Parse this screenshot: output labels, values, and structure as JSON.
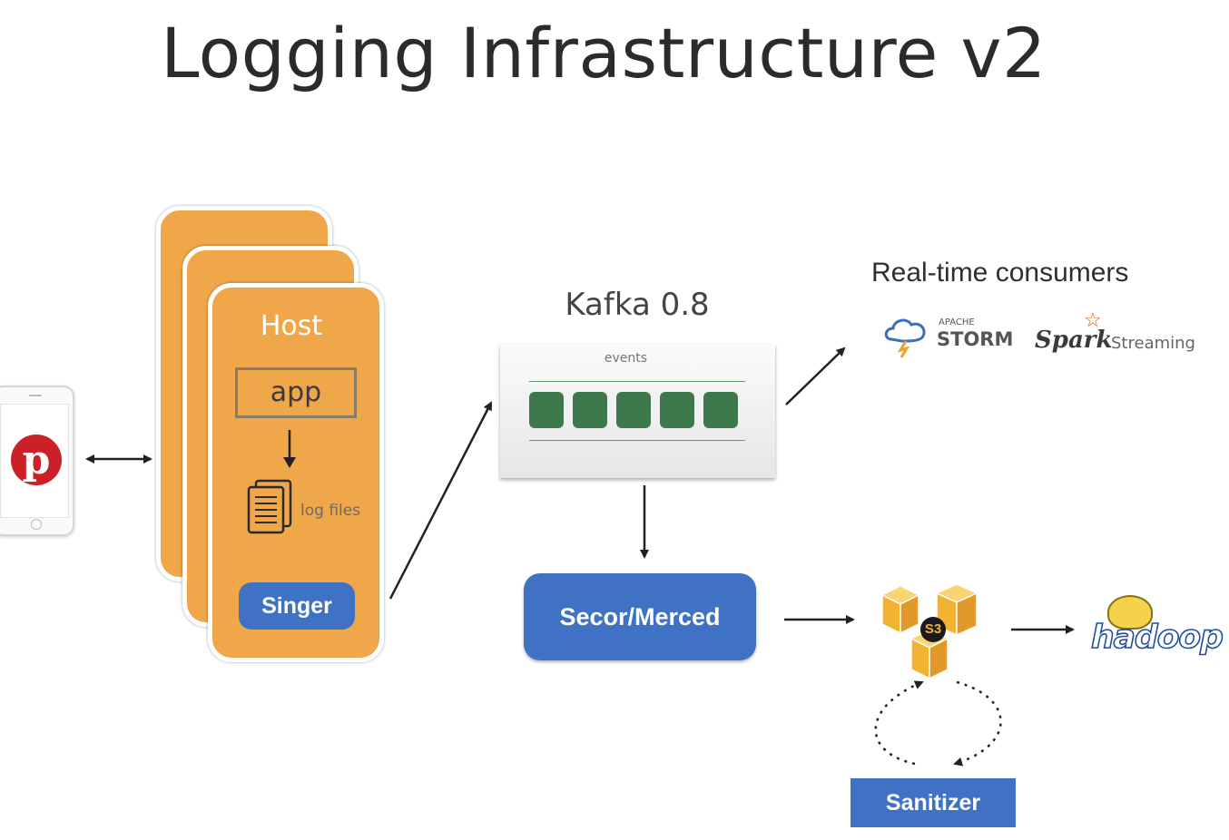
{
  "title": "Logging Infrastructure v2",
  "host": {
    "label": "Host",
    "app_label": "app",
    "log_files_label": "log files",
    "singer_label": "Singer"
  },
  "kafka": {
    "label": "Kafka 0.8",
    "events_label": "events",
    "event_count": 5
  },
  "realtime": {
    "label": "Real-time consumers",
    "storm_prefix": "APACHE",
    "storm_name": "STORM",
    "spark_name": "Spark",
    "spark_suffix": "Streaming"
  },
  "secor_label": "Secor/Merced",
  "s3_label": "S3",
  "hadoop_label": "hadoop",
  "sanitizer_label": "Sanitizer",
  "colors": {
    "host_orange": "#efa74a",
    "button_blue": "#3f72c4",
    "event_green": "#3c7a4c",
    "s3_gold": "#f2b232",
    "pinterest_red": "#cb2027"
  }
}
